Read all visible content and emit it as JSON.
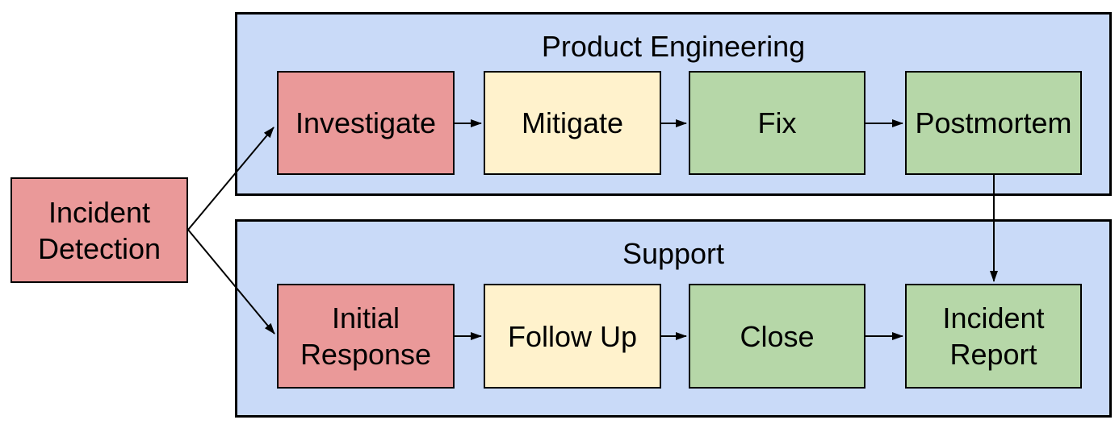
{
  "diagram": {
    "type": "flowchart",
    "colors": {
      "node_red": "#ea9999",
      "node_yellow": "#fff2cc",
      "node_green": "#b6d7a8",
      "group_blue": "#c9daf8",
      "border": "#000000",
      "arrow": "#000000",
      "background": "#ffffff",
      "text": "#000000"
    },
    "start_node": {
      "id": "incident-detection",
      "label": "Incident\nDetection",
      "color": "#ea9999"
    },
    "groups": [
      {
        "id": "product-engineering",
        "title": "Product Engineering",
        "color": "#c9daf8",
        "nodes": [
          {
            "id": "investigate",
            "label": "Investigate",
            "color": "#ea9999"
          },
          {
            "id": "mitigate",
            "label": "Mitigate",
            "color": "#fff2cc"
          },
          {
            "id": "fix",
            "label": "Fix",
            "color": "#b6d7a8"
          },
          {
            "id": "postmortem",
            "label": "Postmortem",
            "color": "#b6d7a8"
          }
        ]
      },
      {
        "id": "support",
        "title": "Support",
        "color": "#c9daf8",
        "nodes": [
          {
            "id": "initial-response",
            "label": "Initial\nResponse",
            "color": "#ea9999"
          },
          {
            "id": "follow-up",
            "label": "Follow Up",
            "color": "#fff2cc"
          },
          {
            "id": "close",
            "label": "Close",
            "color": "#b6d7a8"
          },
          {
            "id": "incident-report",
            "label": "Incident\nReport",
            "color": "#b6d7a8"
          }
        ]
      }
    ],
    "edges": [
      {
        "from": "incident-detection",
        "to": "investigate"
      },
      {
        "from": "incident-detection",
        "to": "initial-response"
      },
      {
        "from": "investigate",
        "to": "mitigate"
      },
      {
        "from": "mitigate",
        "to": "fix"
      },
      {
        "from": "fix",
        "to": "postmortem"
      },
      {
        "from": "postmortem",
        "to": "incident-report"
      },
      {
        "from": "initial-response",
        "to": "follow-up"
      },
      {
        "from": "follow-up",
        "to": "close"
      },
      {
        "from": "close",
        "to": "incident-report"
      }
    ]
  }
}
